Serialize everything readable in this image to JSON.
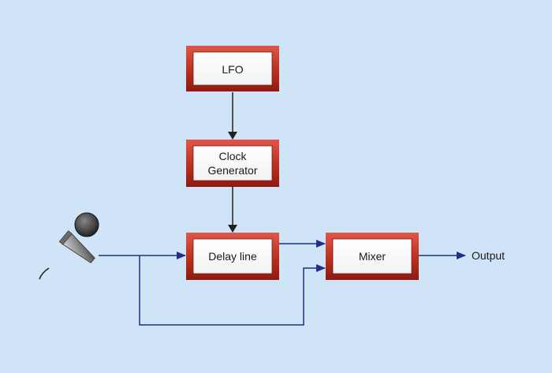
{
  "colors": {
    "background": "#cfe4f6",
    "block_border": "#b0281c",
    "block_fill": "#ffffff",
    "signal_line": "#1f2f8a",
    "control_line": "#222222"
  },
  "blocks": {
    "lfo": "LFO",
    "clock_line1": "Clock",
    "clock_line2": "Generator",
    "delay": "Delay line",
    "mixer": "Mixer"
  },
  "output_label": "Output",
  "icons": {
    "input": "microphone-icon"
  }
}
